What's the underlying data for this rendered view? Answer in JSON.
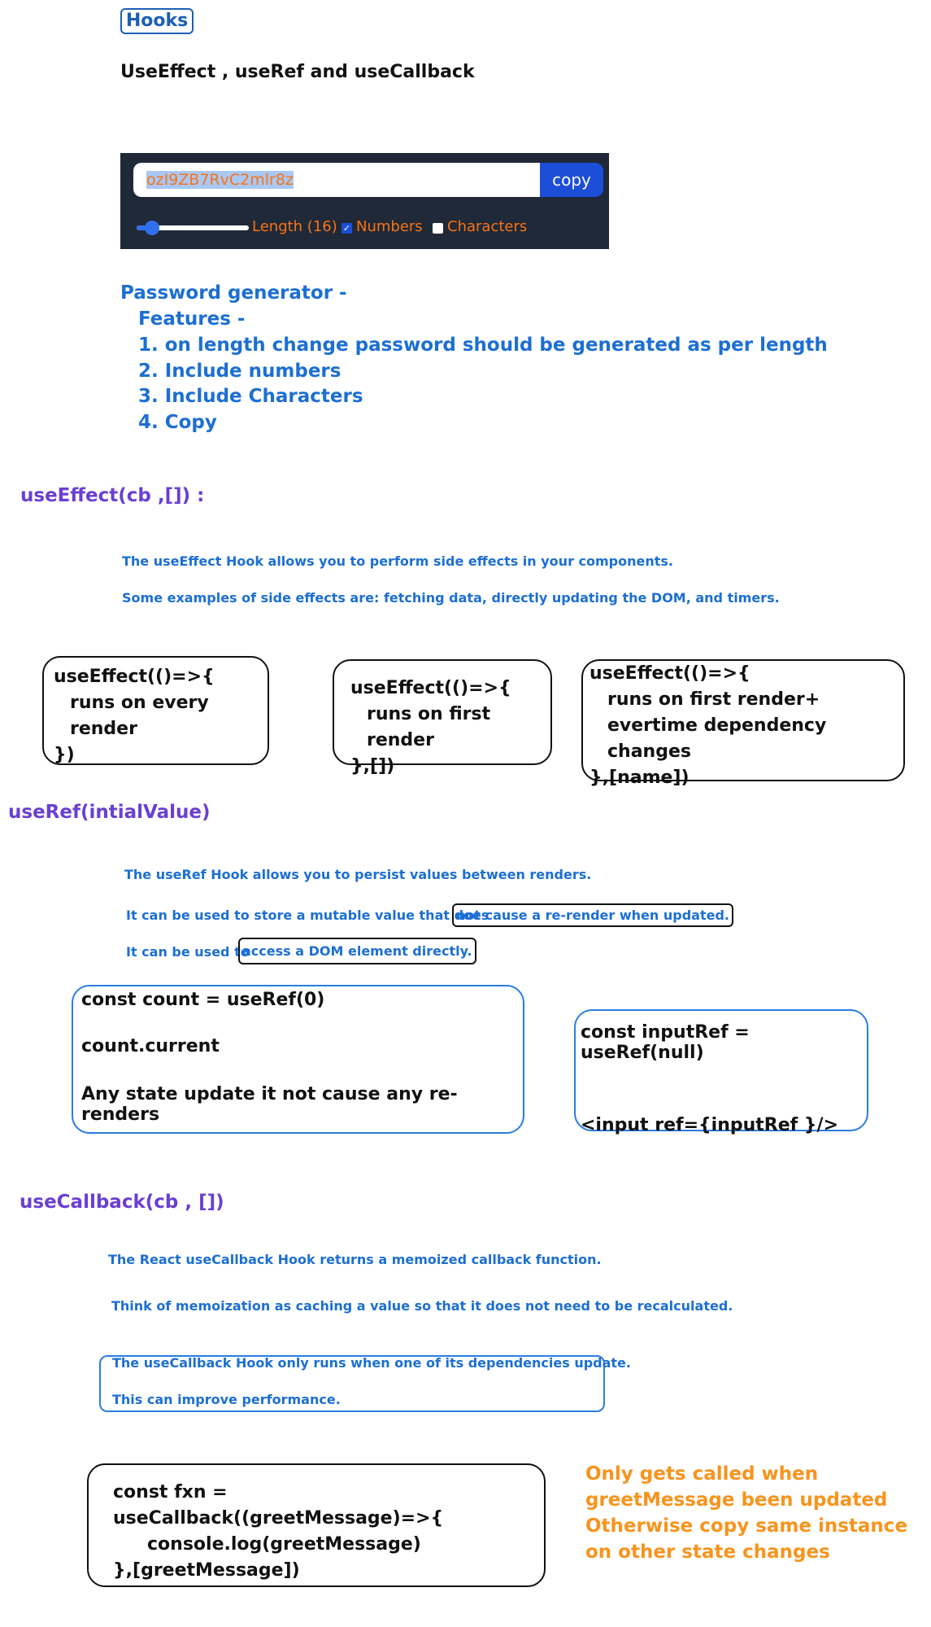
{
  "header": {
    "tag": "Hooks",
    "subtitle": "UseEffect , useRef and useCallback"
  },
  "password_widget": {
    "password_value": "ozI9ZB7RvC2mlr8z",
    "copy_label": "copy",
    "length_label": "Length (16)",
    "length_value": 16,
    "numbers_label": "Numbers",
    "numbers_checked": true,
    "characters_label": "Characters",
    "characters_checked": false
  },
  "features": {
    "title": "Password generator -",
    "subtitle": "Features -",
    "items": [
      "1. on length change password should be generated as per length",
      "2. Include numbers",
      "3. Include Characters",
      "4. Copy"
    ]
  },
  "use_effect": {
    "title": "useEffect(cb ,[]) :",
    "desc1": "The useEffect Hook allows you to perform side effects in your components.",
    "desc2": "Some examples of side effects are: fetching data, directly updating the DOM, and timers.",
    "boxes": [
      {
        "lines": [
          "useEffect(()=>{",
          "runs on every render",
          "})"
        ]
      },
      {
        "lines": [
          "useEffect(()=>{",
          "runs on first render",
          "},[])"
        ]
      },
      {
        "lines": [
          "useEffect(()=>{",
          "runs on first render+",
          "evertime dependency changes",
          "},[name])"
        ]
      }
    ]
  },
  "use_ref": {
    "title": "useRef(intialValue)",
    "desc1": "The useRef Hook allows you to persist values between renders.",
    "desc2_prefix": "It can be used to store a mutable value that does",
    "desc2_highlight": "not cause a re-render when updated.",
    "desc3_prefix": "It can be used to",
    "desc3_highlight": "access a DOM element directly.",
    "box1": [
      "const count = useRef(0)",
      "count.current",
      "Any state update it not cause any re-renders"
    ],
    "box2": [
      "const inputRef = useRef(null)",
      "<input ref={inputRef }/>"
    ]
  },
  "use_callback": {
    "title": "useCallback(cb , [])",
    "desc1": "The React useCallback Hook returns a memoized callback function.",
    "desc2": "Think of memoization as caching a value so that it does not need to be recalculated.",
    "note1": "The useCallback Hook only runs when one of its dependencies update.",
    "note2": "This can improve performance.",
    "code": [
      "const fxn = useCallback((greetMessage)=>{",
      "console.log(greetMessage)",
      "},[greetMessage])"
    ],
    "orange_note": [
      "Only gets called when",
      "greetMessage been updated",
      "Otherwise copy same instance",
      "on other state changes"
    ]
  },
  "colors": {
    "blue_text": "#1c6fd3",
    "purple_title": "#6a3fd3",
    "orange_note": "#f7941d",
    "panel_bg": "#1f2937",
    "copy_button": "#1d4ed8"
  }
}
